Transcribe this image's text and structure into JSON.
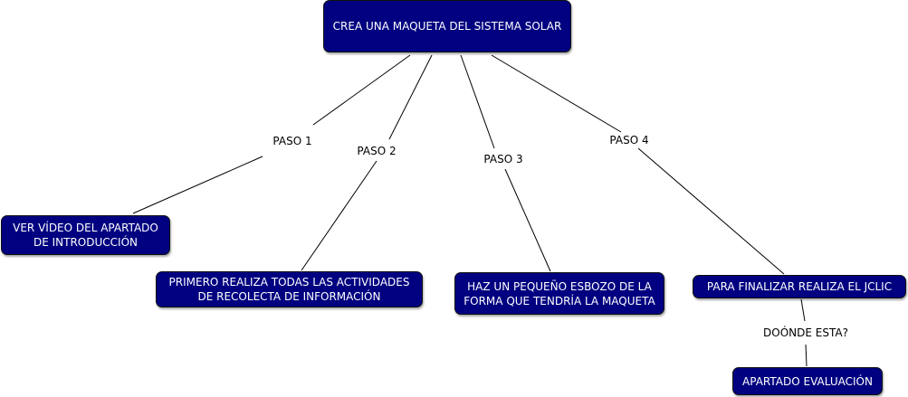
{
  "root": "CREA UNA MAQUETA DEL SISTEMA SOLAR",
  "nodes": {
    "video": "VER VÍDEO DEL APARTADO DE INTRODUCCIÓN",
    "actividades": "PRIMERO REALIZA TODAS LAS ACTIVIDADES DE RECOLECTA DE INFORMACIÓN",
    "esbozo": "HAZ UN PEQUEÑO ESBOZO DE LA FORMA QUE TENDRÍA LA MAQUETA",
    "jclic": "PARA FINALIZAR REALIZA EL JCLIC",
    "evaluacion": "APARTADO EVALUACIÓN"
  },
  "links": {
    "paso1": "PASO 1",
    "paso2": "PASO 2",
    "paso3": "PASO 3",
    "paso4": "PASO 4",
    "donde": "DOÓNDE ESTA?"
  },
  "colors": {
    "node_fill": "#000080",
    "node_text": "#ffffff",
    "line": "#000000"
  }
}
